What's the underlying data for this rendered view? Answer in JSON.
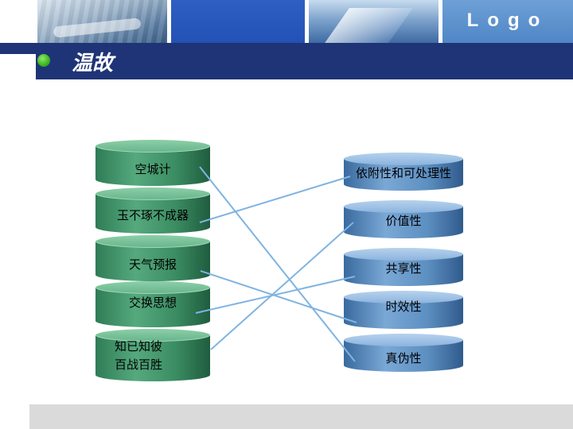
{
  "header": {
    "logo_text": "Logo",
    "title": "温故"
  },
  "left_items": [
    {
      "label_line1": "空城计",
      "label_line2": ""
    },
    {
      "label_line1": "玉不琢不成器",
      "label_line2": ""
    },
    {
      "label_line1": "天气预报",
      "label_line2": ""
    },
    {
      "label_line1": "交换思想",
      "label_line2": ""
    },
    {
      "label_line1": "知已知彼",
      "label_line2": "百战百胜"
    }
  ],
  "right_items": [
    {
      "label": "依附性和可处理性"
    },
    {
      "label": "价值性"
    },
    {
      "label": "共享性"
    },
    {
      "label": "时效性"
    },
    {
      "label": "真伪性"
    }
  ],
  "links": [
    {
      "from": 0,
      "to": 4
    },
    {
      "from": 1,
      "to": 0
    },
    {
      "from": 2,
      "to": 3
    },
    {
      "from": 3,
      "to": 2
    },
    {
      "from": 4,
      "to": 1
    }
  ],
  "colors": {
    "title_bar": "#1f3476",
    "left_cylinder": "#3b8c62",
    "right_cylinder": "#5d8fc1",
    "link_line": "#7fb4e2",
    "bullet": "#39b51e"
  }
}
